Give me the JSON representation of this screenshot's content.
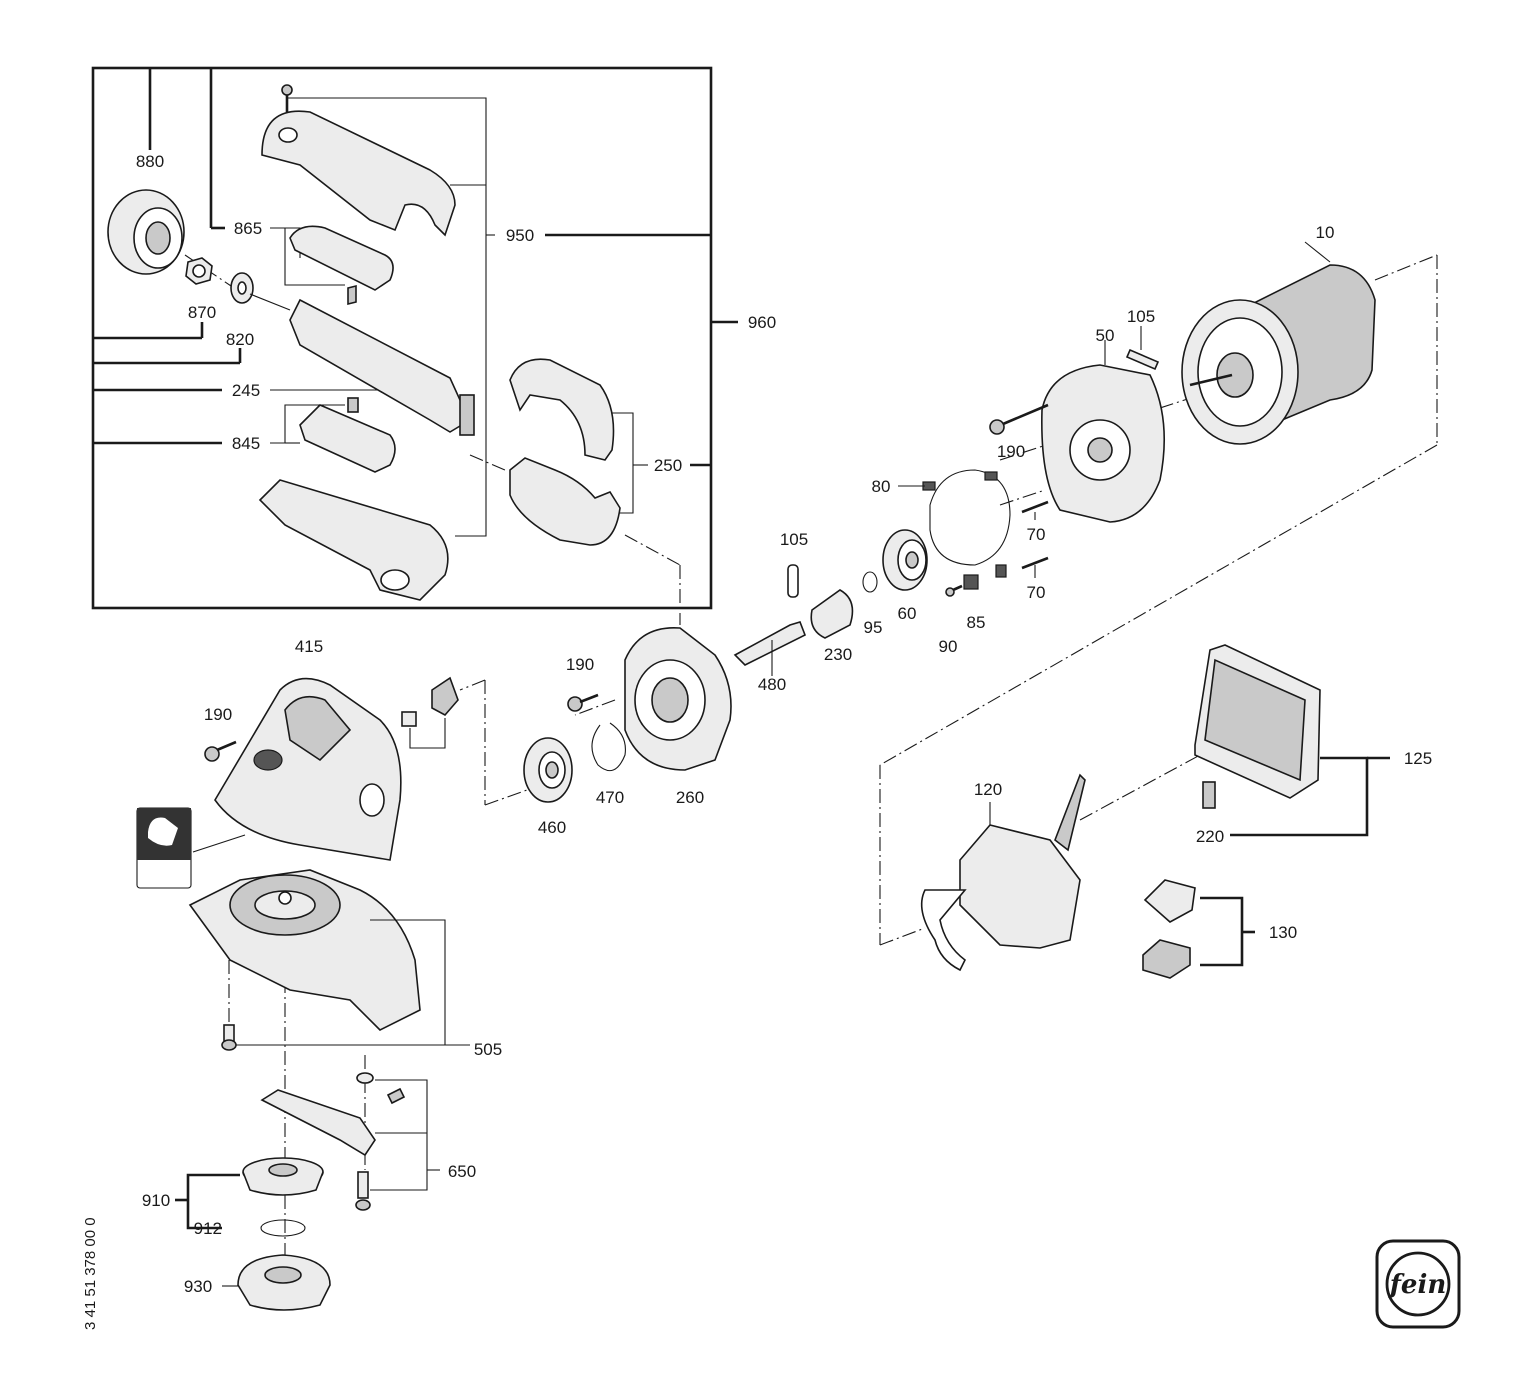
{
  "document_number": "3 41 51 378 00 0",
  "logo_text": "fein",
  "part_labels": {
    "p880": "880",
    "p865": "865",
    "p950": "950",
    "p960": "960",
    "p870": "870",
    "p820": "820",
    "p245": "245",
    "p845": "845",
    "p250": "250",
    "p10": "10",
    "p105a": "105",
    "p50": "50",
    "p190a": "190",
    "p80": "80",
    "p70a": "70",
    "p70b": "70",
    "p105b": "105",
    "p60": "60",
    "p95": "95",
    "p90": "90",
    "p85": "85",
    "p230": "230",
    "p415": "415",
    "p190b": "190",
    "p190c": "190",
    "p480": "480",
    "p260": "260",
    "p470": "470",
    "p460": "460",
    "p125": "125",
    "p120": "120",
    "p220": "220",
    "p130": "130",
    "p505": "505",
    "p650": "650",
    "p910": "910",
    "p912": "912",
    "p930": "930"
  }
}
